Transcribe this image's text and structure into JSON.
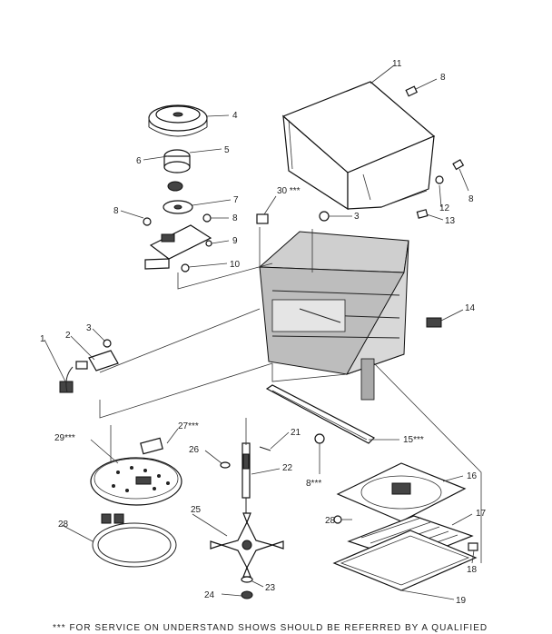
{
  "labels": {
    "p1": "1",
    "p2": "2",
    "p3a": "3",
    "p3b": "3",
    "p4": "4",
    "p5": "5",
    "p6": "6",
    "p7": "7",
    "p8a": "8",
    "p8b": "8",
    "p8c": "8",
    "p8d": "8",
    "p9": "9",
    "p10": "10",
    "p11": "11",
    "p12": "12",
    "p13": "13",
    "p14": "14",
    "p15": "15***",
    "p16": "16",
    "p17": "17",
    "p18": "18",
    "p19": "19",
    "p21": "21",
    "p22": "22",
    "p23": "23",
    "p24": "24",
    "p25": "25",
    "p26": "26",
    "p27": "27***",
    "p28a": "28",
    "p28b": "28",
    "p29": "29***",
    "p30": "30 ***",
    "p8s": "8***"
  },
  "footer": "*** FOR SERVICE ON UNDERSTAND SHOWS SHOULD BE REFERRED BY A QUALIFIED"
}
